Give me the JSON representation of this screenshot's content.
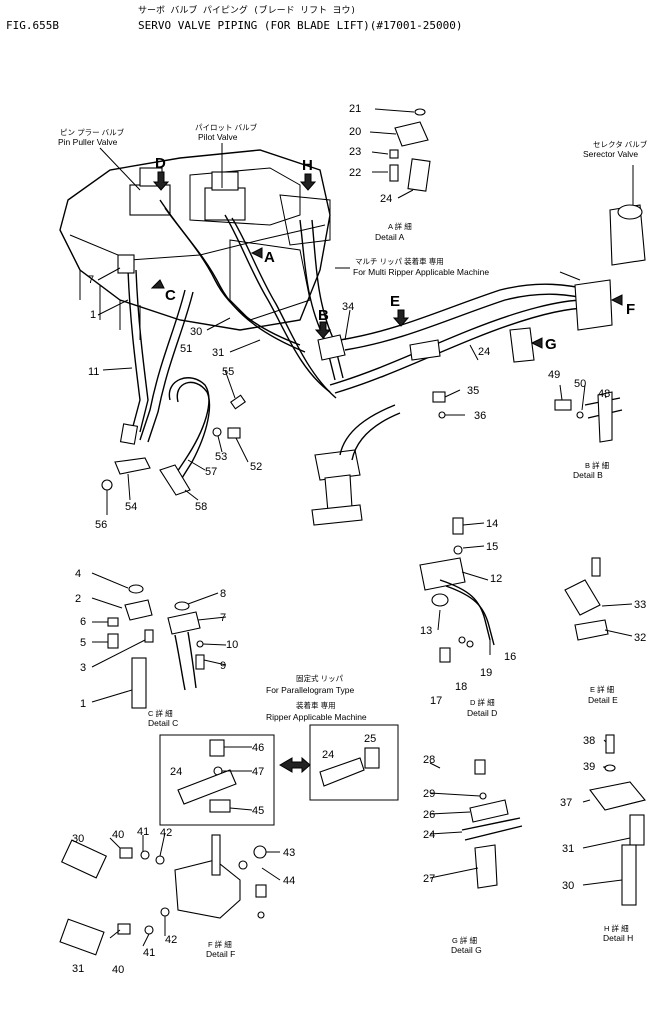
{
  "header": {
    "fig": "FIG.655B",
    "jp_title": "サーボ バルブ パイピング (ブレード リフト ヨウ)",
    "title": "SERVO VALVE PIPING (FOR BLADE LIFT)(#17001-25000)"
  },
  "labels": {
    "pin_puller_jp": "ピン プラー バルブ",
    "pin_puller": "Pin Puller Valve",
    "pilot_jp": "パイロット バルブ",
    "pilot": "Pilot Valve",
    "selector_jp": "セレクタ バルブ",
    "selector": "Serector Valve",
    "multi_jp": "マルチ リッパ 装着車 専用",
    "multi": "For Multi Ripper Applicable Machine",
    "para_jp": "固定式 リッパ",
    "para": "For Parallelogram Type",
    "ripper_jp": "装着車 専用",
    "ripper": "Ripper Applicable Machine"
  },
  "view_arrows": [
    "D",
    "H",
    "A",
    "C",
    "B",
    "E",
    "F",
    "G"
  ],
  "details": {
    "a_jp": "A 詳 細",
    "a": "Detail A",
    "b_jp": "B 詳 細",
    "b": "Detail B",
    "c_jp": "C 詳 細",
    "c": "Detail C",
    "d_jp": "D 詳 細",
    "d": "Detail D",
    "e_jp": "E 詳 細",
    "e": "Detail E",
    "f_jp": "F 詳 細",
    "f": "Detail F",
    "g_jp": "G 詳 細",
    "g": "Detail G",
    "h_jp": "H 詳 細",
    "h": "Detail H"
  },
  "callouts": {
    "n21": "21",
    "n20": "20",
    "n23": "23",
    "n22": "22",
    "n24a": "24",
    "n7m": "7",
    "n1m": "1",
    "n11": "11",
    "n30m": "30",
    "n31m": "31",
    "n51": "51",
    "n34": "34",
    "n24m": "24",
    "n55": "55",
    "n53": "53",
    "n52": "52",
    "n57": "57",
    "n54": "54",
    "n58": "58",
    "n56": "56",
    "n35": "35",
    "n36": "36",
    "n49": "49",
    "n50": "50",
    "n48": "48",
    "n14": "14",
    "n15": "15",
    "n12": "12",
    "n13": "13",
    "n16": "16",
    "n17": "17",
    "n18": "18",
    "n19": "19",
    "n33": "33",
    "n32": "32",
    "n4": "4",
    "n2": "2",
    "n6": "6",
    "n5": "5",
    "n3": "3",
    "n8": "8",
    "n7c": "7",
    "n10": "10",
    "n9": "9",
    "n1c": "1",
    "n46": "46",
    "n47": "47",
    "n45": "45",
    "n24f": "24",
    "n25": "25",
    "n24r": "24",
    "n28": "28",
    "n29": "29",
    "n26": "26",
    "n24g": "24",
    "n27": "27",
    "n38": "38",
    "n39": "39",
    "n37": "37",
    "n31h": "31",
    "n30h": "30",
    "n30f": "30",
    "n40a": "40",
    "n41a": "41",
    "n42a": "42",
    "n43": "43",
    "n44": "44",
    "n31f": "31",
    "n40b": "40",
    "n41b": "41",
    "n42b": "42"
  }
}
